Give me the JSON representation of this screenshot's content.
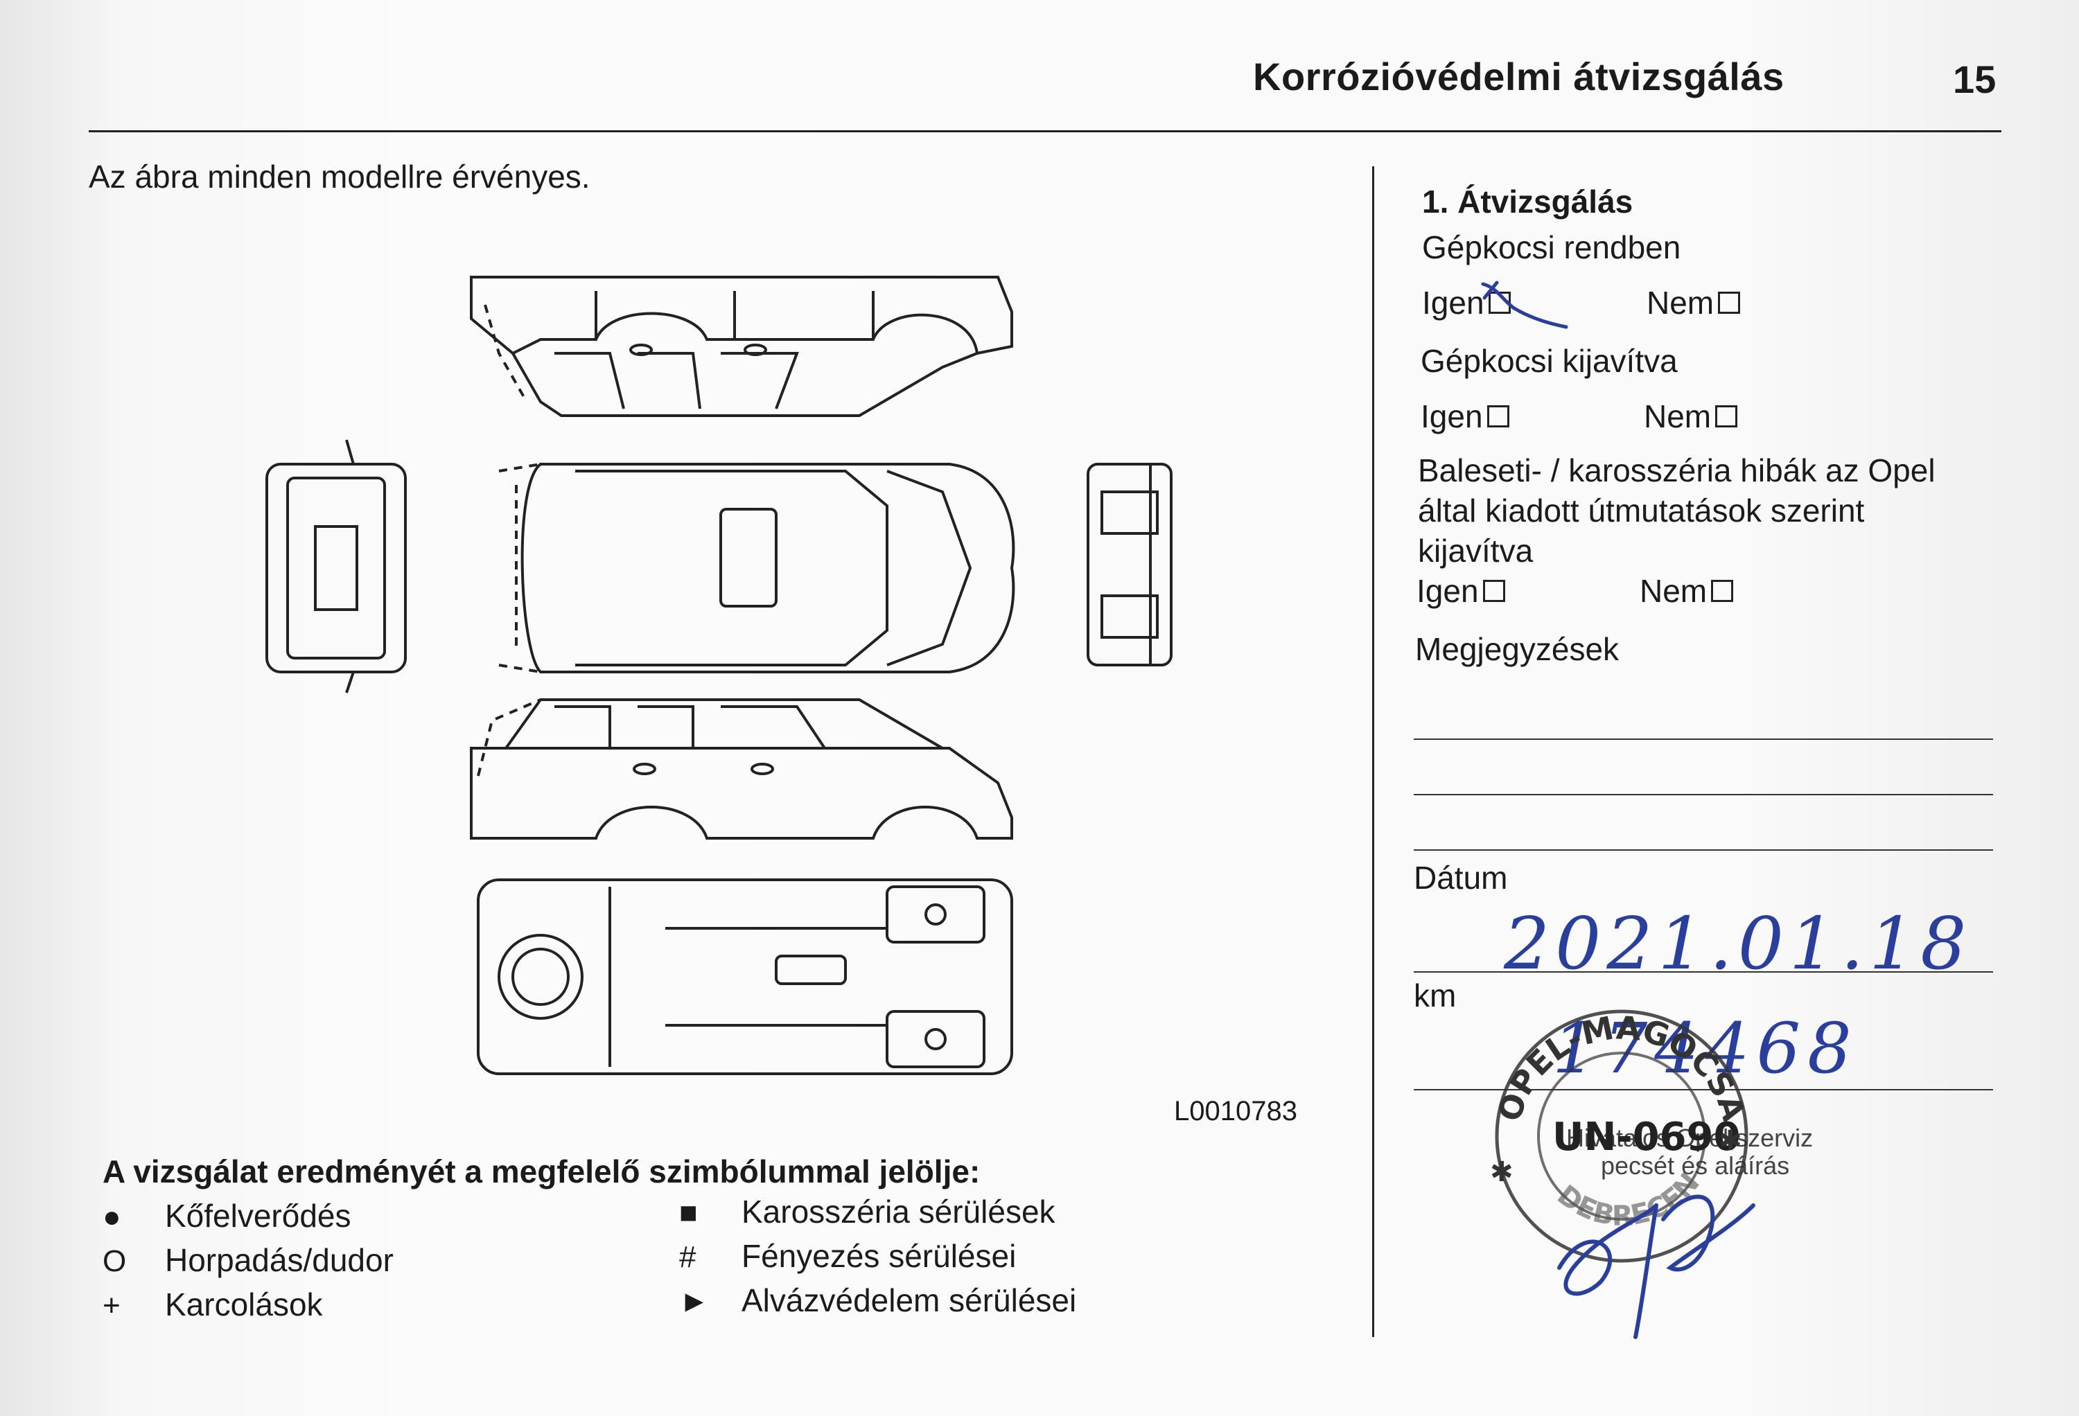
{
  "header": {
    "title": "Korrózióvédelmi átvizsgálás",
    "page_number": "15"
  },
  "left": {
    "intro": "Az ábra minden modellre érvényes.",
    "figure_code": "L0010783",
    "instruction": "A vizsgálat eredményét a megfelelő szimbólummal jelölje:",
    "legend_left": [
      {
        "symbol": "●",
        "label": "Kőfelverődés"
      },
      {
        "symbol": "O",
        "label": "Horpadás/dudor"
      },
      {
        "symbol": "+",
        "label": "Karcolások"
      }
    ],
    "legend_right": [
      {
        "symbol": "■",
        "label": "Karosszéria sérülések"
      },
      {
        "symbol": "#",
        "label": "Fényezés sérülései"
      },
      {
        "symbol": "►",
        "label": "Alvázvédelem sérülései"
      }
    ]
  },
  "right": {
    "heading": "1. Átvizsgálás",
    "q1": "Gépkocsi rendben",
    "q2": "Gépkocsi kijavítva",
    "q3_line1": "Baleseti- / karosszéria hibák az Opel",
    "q3_line2": "által kiadott útmutatások szerint",
    "q3_line3": "kijavítva",
    "yes": "Igen",
    "no": "Nem",
    "notes_label": "Megjegyzések",
    "date_label": "Dátum",
    "date_value": "2021.01.18.",
    "km_label": "km",
    "km_value": "174468",
    "service_line1": "Hivatalos Opel szerviz",
    "service_line2": "pecsét és aláírás"
  },
  "stamp": {
    "top": "OPEL-MAGOCSA",
    "center": "UN-0690",
    "bottom": "DEBRECEN"
  }
}
